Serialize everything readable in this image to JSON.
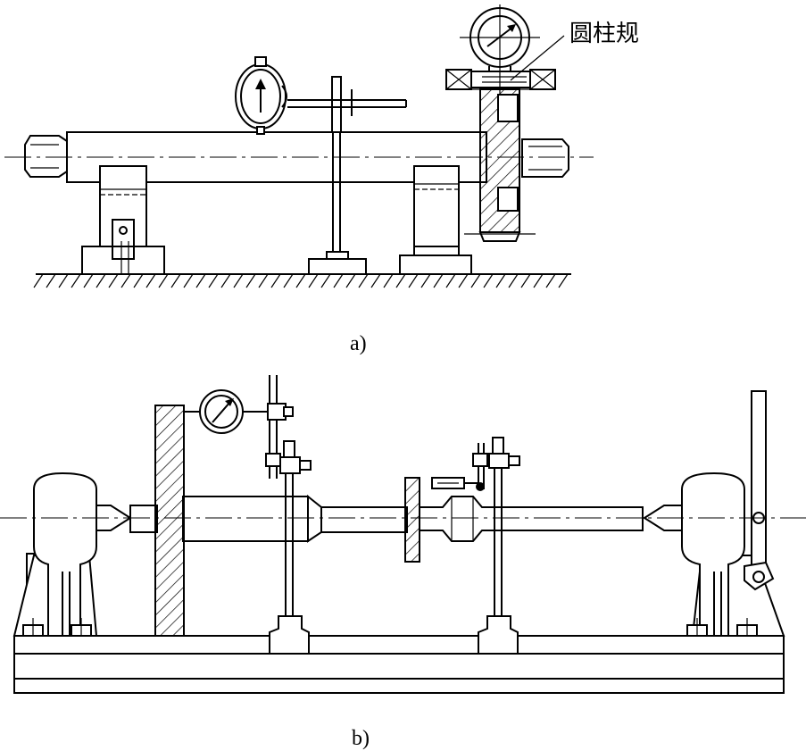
{
  "figure_a": {
    "caption": "a)",
    "callout_label": "圆柱规"
  },
  "figure_b": {
    "caption": "b)"
  }
}
